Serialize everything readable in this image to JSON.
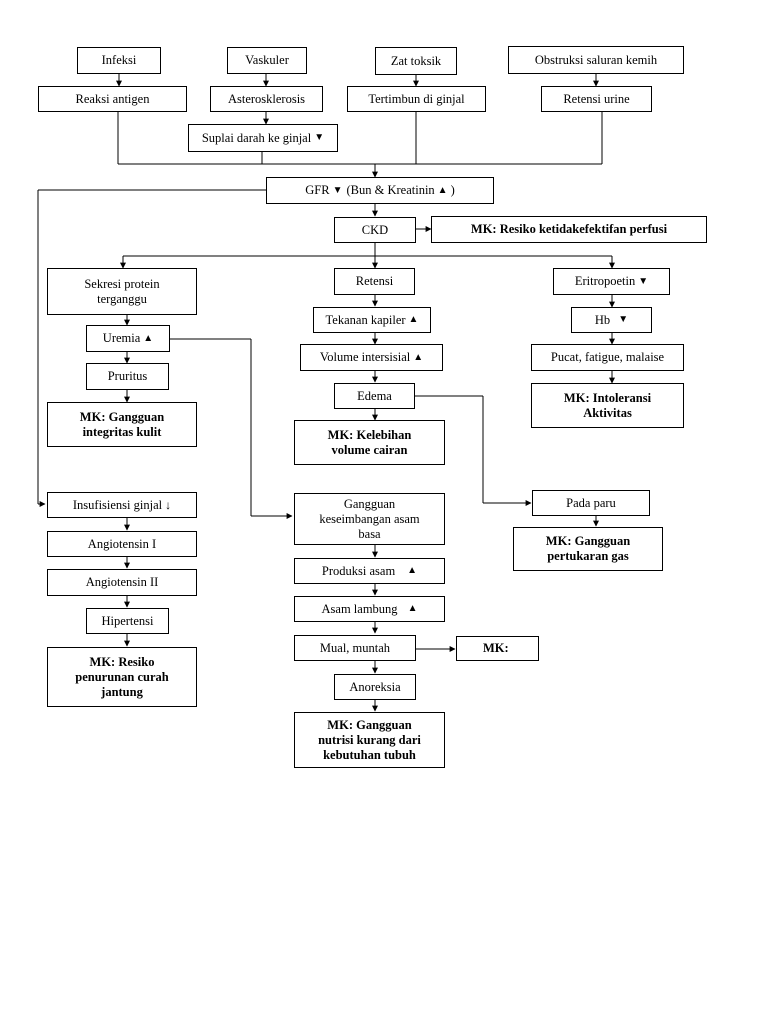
{
  "nodes": {
    "infeksi": "Infeksi",
    "vaskuler": "Vaskuler",
    "zat_toksik": "Zat toksik",
    "obstruksi": "Obstruksi saluran kemih",
    "reaksi_antigen": "Reaksi antigen",
    "asterosklerosis": "Asterosklerosis",
    "tertimbun": "Tertimbun di ginjal",
    "retensi_urine": "Retensi urine",
    "suplai_darah": "Suplai darah ke ginjal",
    "gfr": "GFR",
    "gfr_bun": "(Bun & Kreatinin",
    "gfr_close": ")",
    "ckd": "CKD",
    "mk_perfusi": "MK: Resiko ketidakefektifan perfusi",
    "sekresi_protein": "Sekresi protein\nterganggu",
    "retensi": "Retensi",
    "eritropoetin": "Eritropoetin",
    "uremia": "Uremia",
    "tekanan_kapiler": "Tekanan kapiler",
    "hb": "Hb",
    "volume_intersisial": "Volume intersisial",
    "pucat": "Pucat, fatigue, malaise",
    "pruritus": "Pruritus",
    "edema": "Edema",
    "mk_intoleransi": "MK: Intoleransi\nAktivitas",
    "mk_integritas": "MK: Gangguan\nintegritas kulit",
    "mk_kelebihan": "MK: Kelebihan\nvolume cairan",
    "insufisiensi": "Insufisiensi ginjal",
    "gangguan_asam_basa": "Gangguan\nkeseimbangan asam\nbasa",
    "pada_paru": "Pada paru",
    "mk_pertukaran_gas": "MK: Gangguan\npertukaran gas",
    "angiotensin_1": "Angiotensin I",
    "produksi_asam": "Produksi asam",
    "angiotensin_2": "Angiotensin II",
    "asam_lambung": "Asam lambung",
    "hipertensi": "Hipertensi",
    "mual_muntah": "Mual, muntah",
    "mk_blank": "MK:",
    "mk_curah_jantung": "MK: Resiko\npenurunan curah\njantung",
    "anoreksia": "Anoreksia",
    "mk_nutrisi": "MK: Gangguan\nnutrisi kurang dari\nkebutuhan tubuh"
  },
  "glyphs": {
    "down": "▼",
    "up": "▲",
    "down_small": "↓"
  },
  "colors": {
    "line": "#000000",
    "box_border": "#000000",
    "text": "#000000"
  }
}
